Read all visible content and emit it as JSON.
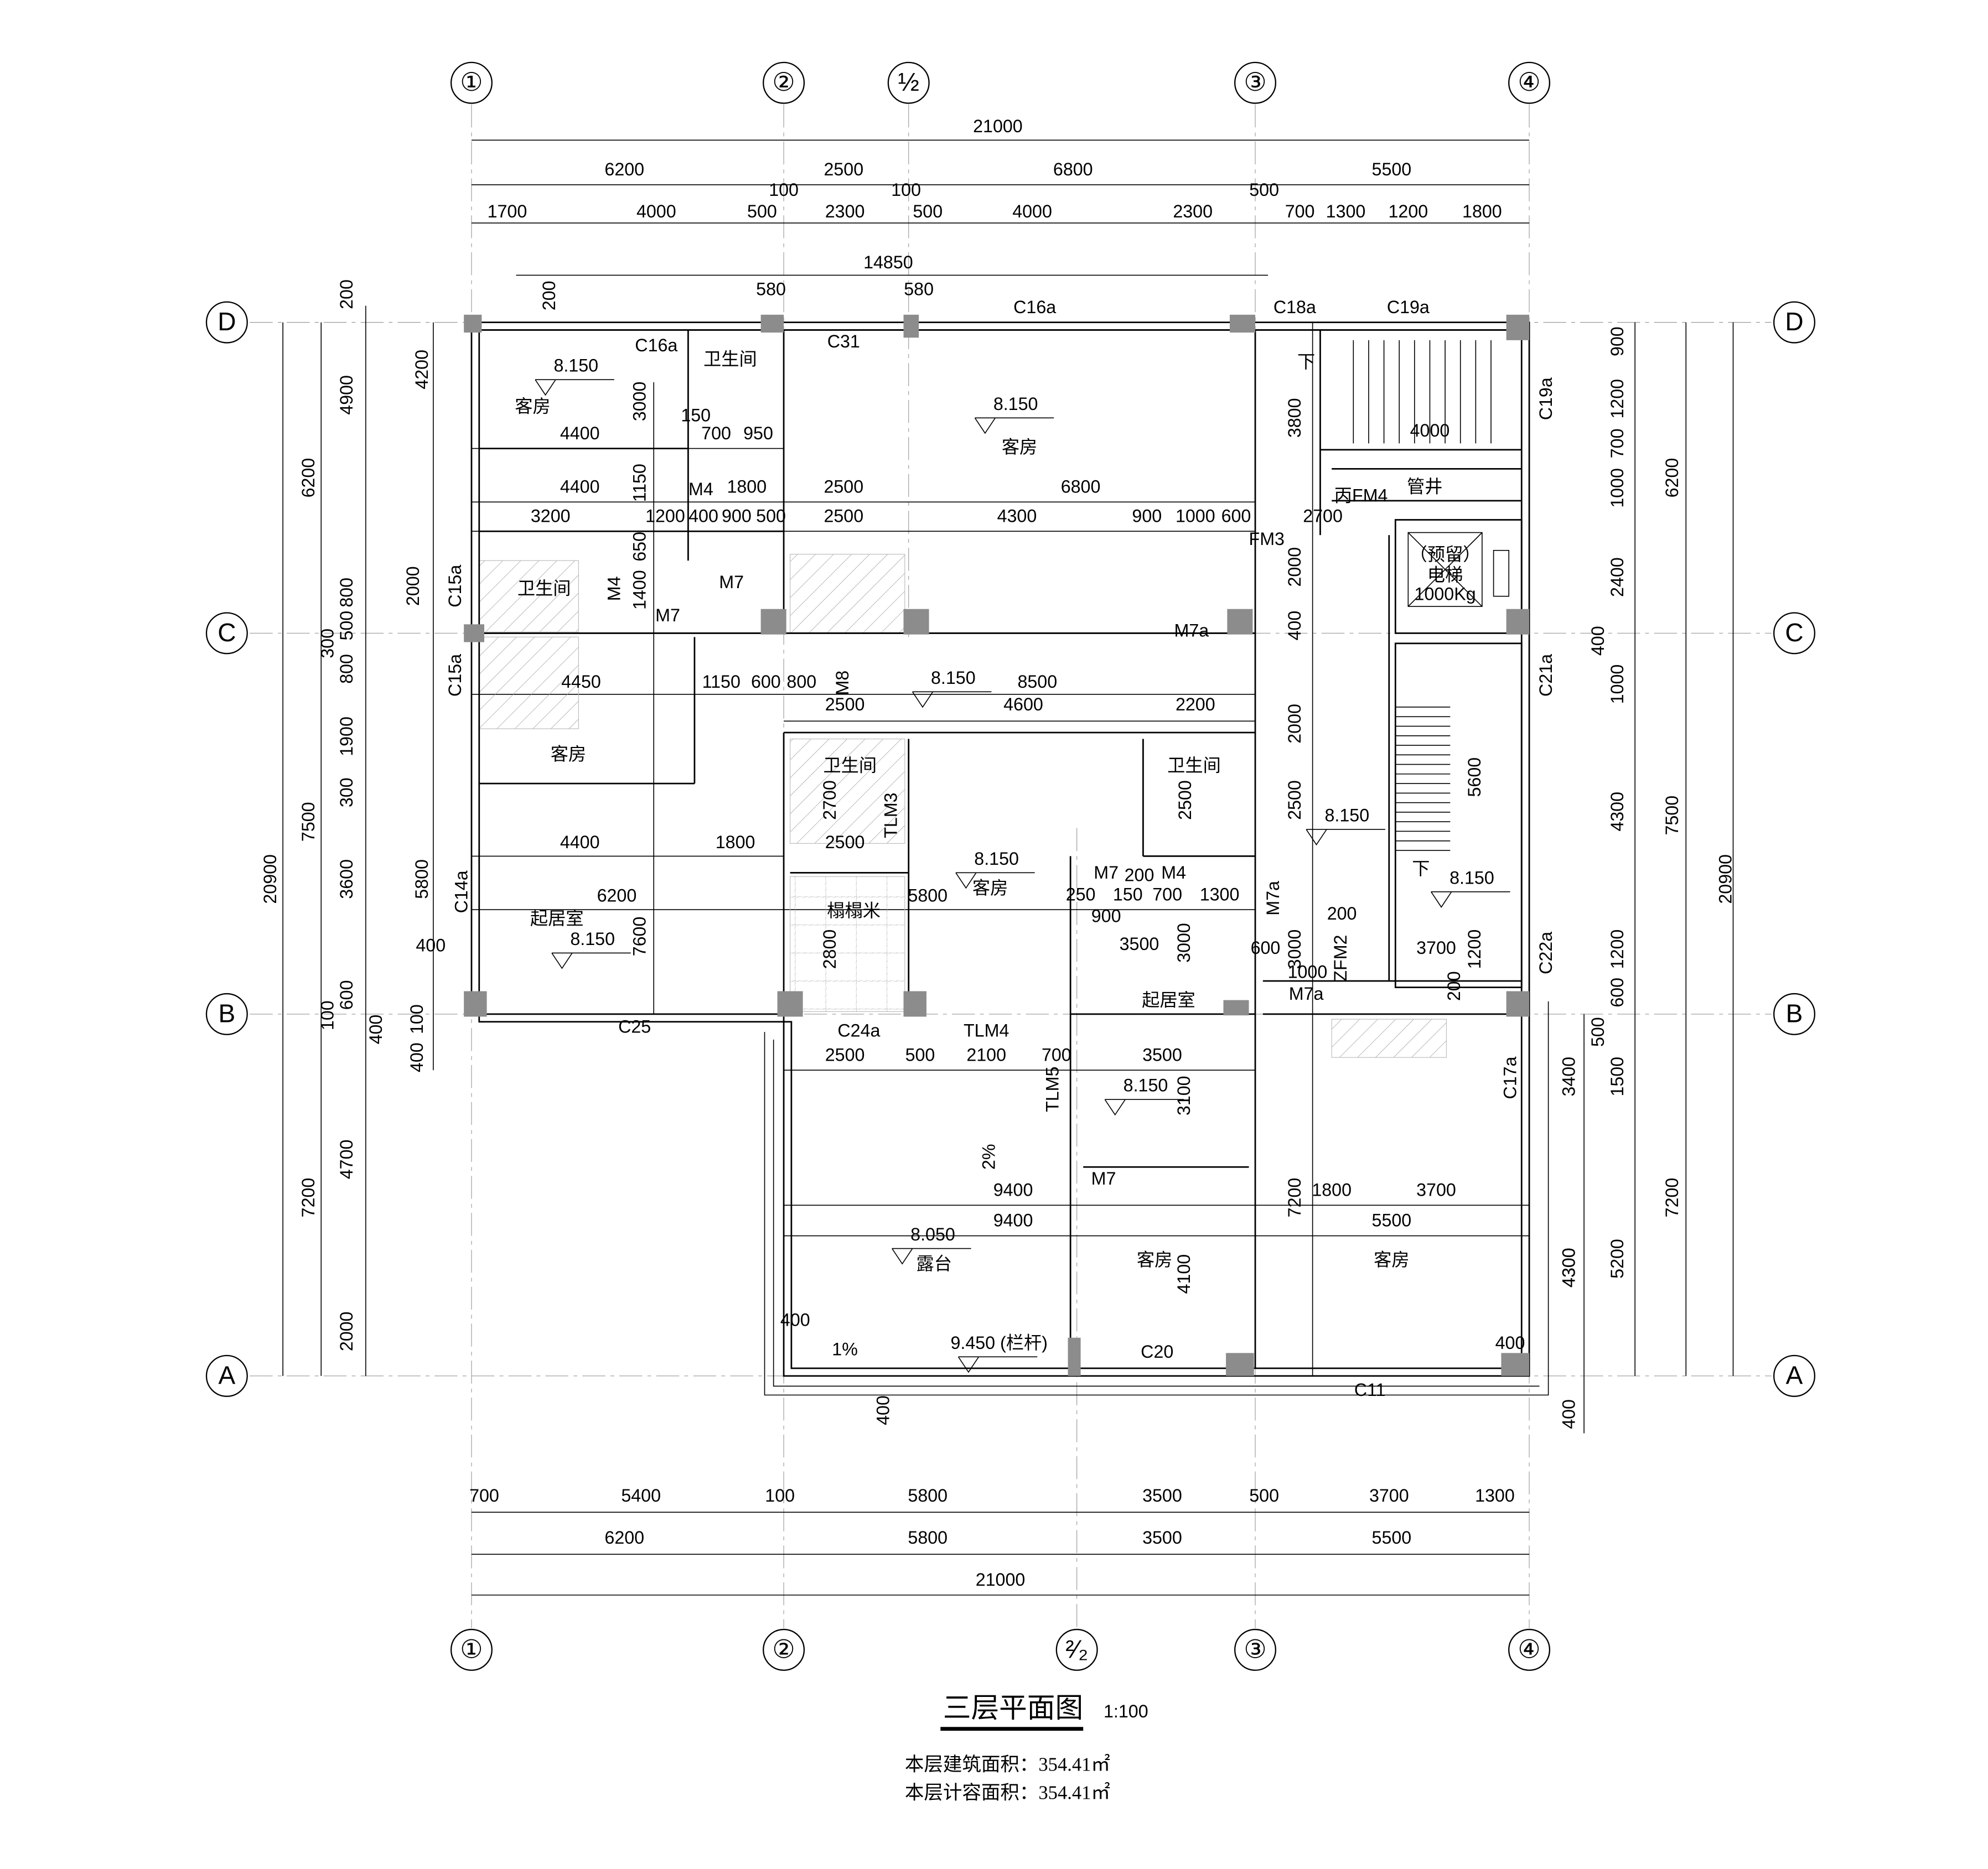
{
  "title": {
    "name": "三层平面图",
    "scale": "1:100"
  },
  "areas": {
    "building_area": "本层建筑面积：354.41㎡",
    "far_area": "本层计容面积：354.41㎡"
  },
  "axes": {
    "top": [
      "①",
      "②",
      "½",
      "③",
      "④"
    ],
    "bottom": [
      "①",
      "②",
      "²⁄₂",
      "③",
      "④"
    ],
    "left": [
      "D",
      "C",
      "B",
      "A"
    ],
    "right": [
      "D",
      "C",
      "B",
      "A"
    ]
  },
  "dimensions": {
    "top": [
      "21000",
      "6200",
      "2500",
      "6800",
      "5500",
      "100",
      "100",
      "500",
      "1700",
      "4000",
      "500",
      "2300",
      "500",
      "4000",
      "2300",
      "700",
      "1300",
      "1200",
      "1800",
      "14850",
      "580",
      "580",
      "200"
    ],
    "bottom": [
      "700",
      "5400",
      "100",
      "5800",
      "3500",
      "500",
      "3700",
      "1300",
      "6200",
      "5800",
      "3500",
      "5500",
      "21000"
    ],
    "left": [
      "20900",
      "6200",
      "7500",
      "7200",
      "200",
      "4900",
      "800",
      "500",
      "300",
      "800",
      "1900",
      "300",
      "3600",
      "600",
      "100",
      "400",
      "4700",
      "2000",
      "4200",
      "2000",
      "5800",
      "100",
      "400",
      "400"
    ],
    "right": [
      "900",
      "1200",
      "700",
      "1000",
      "2400",
      "400",
      "1000",
      "4300",
      "1200",
      "600",
      "500",
      "1500",
      "5200",
      "6200",
      "7500",
      "7200",
      "20900",
      "3400",
      "4300",
      "400",
      "400"
    ],
    "interior": [
      "3000",
      "150",
      "4400",
      "700",
      "950",
      "4400",
      "1800",
      "2500",
      "6800",
      "1150",
      "3200",
      "1200",
      "400",
      "900",
      "500",
      "2500",
      "4300",
      "900",
      "1000",
      "600",
      "650",
      "1400",
      "4450",
      "1150",
      "600",
      "800",
      "8500",
      "2500",
      "4600",
      "2200",
      "2700",
      "2500",
      "4400",
      "1800",
      "2500",
      "200",
      "6200",
      "5800",
      "250",
      "150",
      "700",
      "1300",
      "900",
      "3000",
      "3500",
      "7600",
      "2800",
      "2500",
      "500",
      "2100",
      "700",
      "3500",
      "3100",
      "9400",
      "9400",
      "4100",
      "400",
      "400",
      "3800",
      "4000",
      "2700",
      "2000",
      "400",
      "2000",
      "5600",
      "2500",
      "3000",
      "200",
      "3700",
      "1200",
      "600",
      "1000",
      "200",
      "7200",
      "1800",
      "3700",
      "5500",
      "4300"
    ]
  },
  "rooms": [
    "客房",
    "卫生间",
    "客房",
    "卫生间",
    "客房",
    "卫生间",
    "卫生间",
    "客房",
    "起居室",
    "榻榻米",
    "起居室",
    "露台",
    "客房",
    "客房",
    "管井"
  ],
  "elevator": {
    "line1": "（预留）",
    "line2": "电梯",
    "line3": "1000Kg"
  },
  "elevations": [
    "8.150",
    "8.150",
    "8.150",
    "8.150",
    "8.150",
    "8.150",
    "8.150",
    "8.150",
    "8.050",
    "9.450 (栏杆)",
    "2%",
    "1%",
    "下",
    "下"
  ],
  "openings": [
    "C16a",
    "C16a",
    "C31",
    "C18a",
    "C19a",
    "C19a",
    "M4",
    "M4",
    "M7",
    "M7",
    "C15a",
    "C15a",
    "M8",
    "TLM3",
    "M7",
    "M4",
    "C14a",
    "M7a",
    "C25",
    "C24a",
    "TLM4",
    "TLM5",
    "M7",
    "C20",
    "C11",
    "丙FM4",
    "FM3",
    "M7a",
    "C21a",
    "ZFM2",
    "C22a",
    "M7a",
    "C17a"
  ]
}
